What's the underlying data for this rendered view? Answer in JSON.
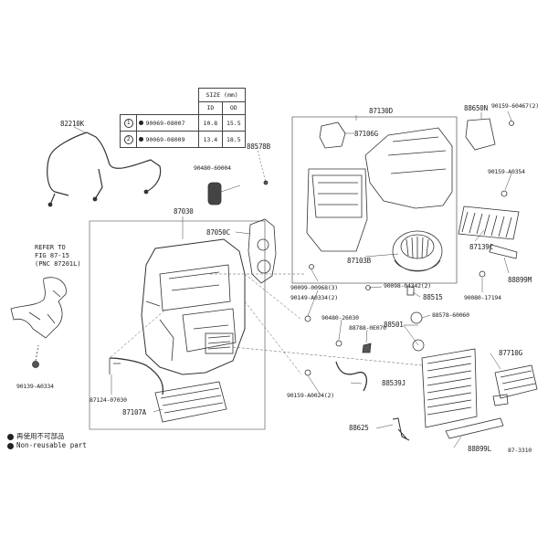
{
  "spec_table": {
    "header": "SIZE (mm)",
    "col_id": "ID",
    "col_od": "OD",
    "rows": [
      {
        "no": "1",
        "part": "90069-08007",
        "id": "10.8",
        "od": "15.5"
      },
      {
        "no": "2",
        "part": "90069-08009",
        "id": "13.4",
        "od": "18.5"
      }
    ]
  },
  "labels": {
    "p82210k": "82210K",
    "p88578b": "88578B",
    "p90480_60004": "90480-60004",
    "p87030": "87030",
    "p87050c": "87050C",
    "p87130d": "87130D",
    "p87106g": "87106G",
    "p88650n": "88650N",
    "p90159_60467": "90159-60467(2)",
    "p90159_a0354_t": "90159-A0354",
    "p87139c": "87139C",
    "p88899m": "88899M",
    "p90080_17194": "90080-17194",
    "p87103b": "87103B",
    "p90099_00968": "90099-00968(3)",
    "p90149_a0334": "90149-A0334(2)",
    "p90098_04342": "90098-04342(2)",
    "p88515": "88515",
    "p88578_60060": "88578-60060",
    "p90480_26030": "90480-26030",
    "p88788_0e070": "88788-0E070",
    "p88501": "88501",
    "p87710g": "87710G",
    "p88539j": "88539J",
    "p90159_a0024": "90159-A0024(2)",
    "p87124_07030": "87124-07030",
    "p87107a": "87107A",
    "p88625": "88625",
    "p88899l": "88899L",
    "p90139_a0334": "90139-A0334",
    "code": "87-3310"
  },
  "refer_note": "REFER TO\nFIG 87-15\n(PNC 87201L)",
  "legend": {
    "line1": "再使用不可部品",
    "line2": "Non-reusable part"
  }
}
